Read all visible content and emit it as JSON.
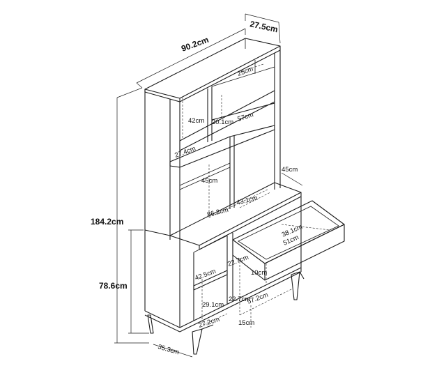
{
  "dimensions": {
    "total_width": "90.2cm",
    "total_depth": "27.5cm",
    "total_height": "184.2cm",
    "base_height": "78.6cm",
    "top_shelf_depth": "25cm",
    "upper_left_height": "42cm",
    "upper_mid_height": "20.1cm",
    "upper_shelf_width": "57cm",
    "left_compartment_width": "27.4cm",
    "middle_opening_height": "45cm",
    "desk_depth": "45cm",
    "inner_width": "86.2cm",
    "desk_inner_width": "43.1cm",
    "drawer_depth": "38.1cm",
    "drawer_width": "51cm",
    "base_left_upper_height": "42.5cm",
    "base_mid_upper_height": "22.7cm",
    "drawer_height": "10cm",
    "base_left_lower_height": "29.1cm",
    "base_mid_lower_height": "22.7cm",
    "base_left_width": "27.2cm",
    "base_right_width": "57.2cm",
    "leg_height": "15cm",
    "base_depth": "35.3cm"
  }
}
